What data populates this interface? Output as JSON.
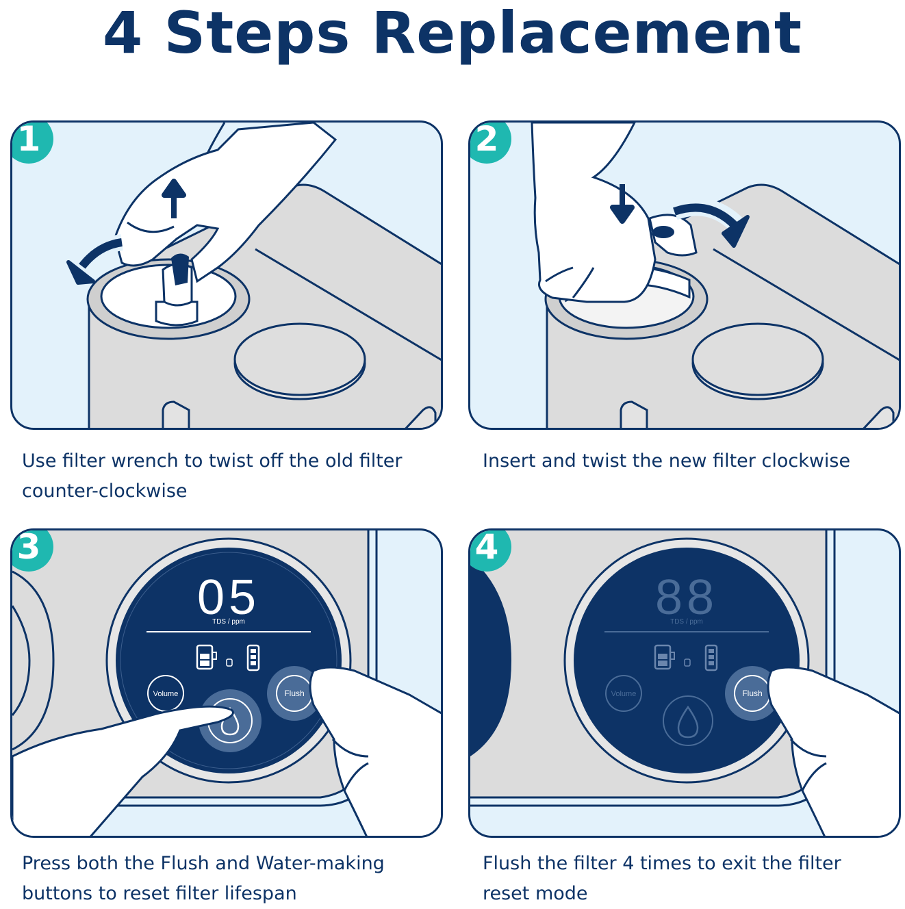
{
  "title": "4 Steps Replacement",
  "steps": [
    {
      "number": "1",
      "caption_lines": [
        "Use filter wrench to twist off the old filter",
        "counter-clockwise"
      ],
      "icons": [
        "arrow-up-icon",
        "counter-clockwise-arrow-icon"
      ]
    },
    {
      "number": "2",
      "caption_lines": [
        "Insert and twist the new filter clockwise"
      ],
      "icons": [
        "arrow-down-icon",
        "clockwise-arrow-icon"
      ]
    },
    {
      "number": "3",
      "caption_lines": [
        "Press both the Flush and Water-making",
        "buttons to reset filter lifespan"
      ],
      "display": {
        "digits": "05",
        "unit": "TDS / ppm",
        "volume": "Volume",
        "flush": "Flush"
      }
    },
    {
      "number": "4",
      "caption_lines": [
        "Flush the filter 4 times to exit the filter",
        "reset mode"
      ],
      "display": {
        "digits": "88",
        "unit": "TDS / ppm",
        "volume": "Volume",
        "flush": "Flush"
      }
    }
  ],
  "colors": {
    "navy": "#0d3366",
    "teal": "#1fb8b0",
    "sky": "#e3f2fb",
    "device_gray": "#dcdcdc"
  }
}
